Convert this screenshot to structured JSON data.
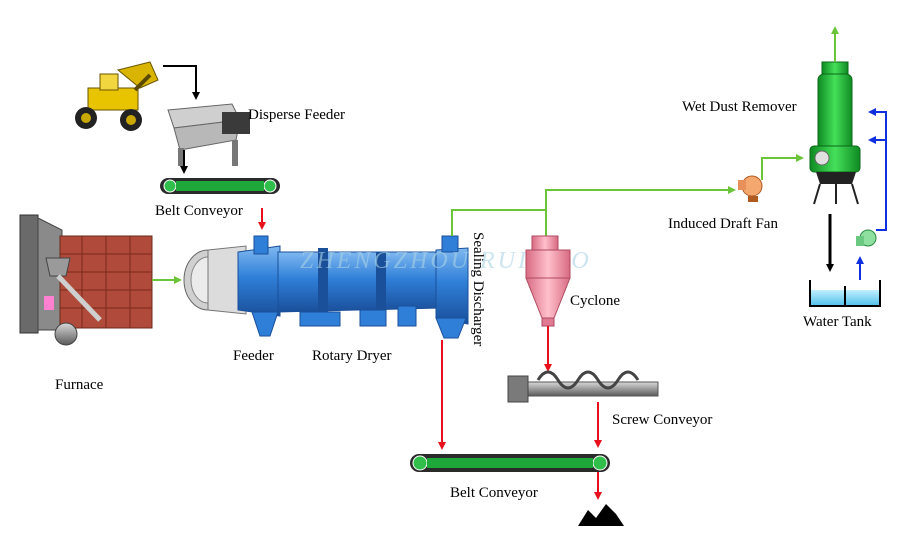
{
  "labels": {
    "disperse_feeder": "Disperse Feeder",
    "belt_conveyor_top": "Belt Conveyor",
    "furnace": "Furnace",
    "feeder": "Feeder",
    "rotary_dryer": "Rotary Dryer",
    "sealing_discharger": "Sealing Discharger",
    "cyclone": "Cyclone",
    "screw_conveyor": "Screw Conveyor",
    "belt_conveyor_bottom": "Belt Conveyor",
    "induced_draft_fan": "Induced Draft Fan",
    "wet_dust_remover": "Wet Dust Remover",
    "water_tank": "Water Tank"
  },
  "watermark": "ZHENGZHOU RUIJIAO",
  "colors": {
    "material_flow": "#e8101a",
    "gas_flow": "#6cc43a",
    "water_flow": "#1030e0",
    "feed_flow": "#000000",
    "dryer_body": "#2f7fd8",
    "dust_remover": "#22c83a",
    "cyclone": "#f08aa0"
  }
}
